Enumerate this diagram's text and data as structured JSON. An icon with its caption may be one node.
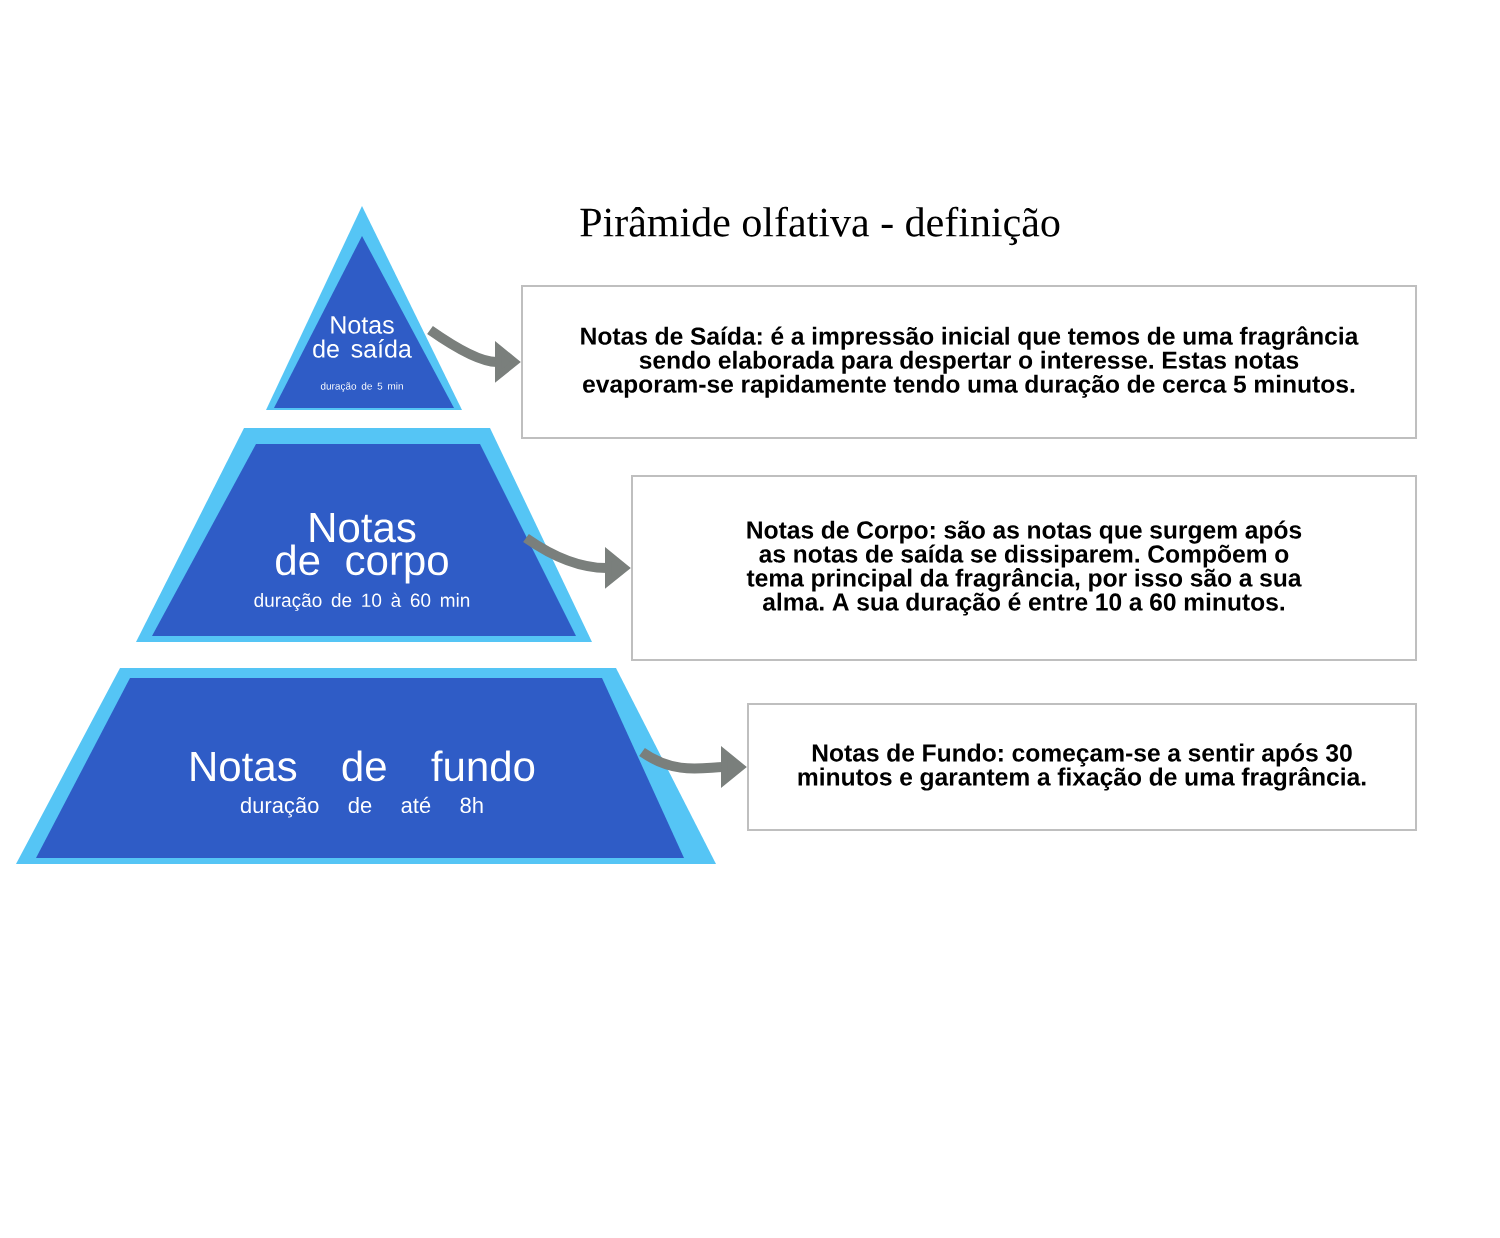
{
  "diagram": {
    "title": "Pirâmide olfativa - definição",
    "nodes": [
      {
        "text": [
          "Notas de saída",
          "duração de 5 min"
        ]
      },
      {
        "text": [
          "Notas de corpo",
          "duração de 10 à 60 min"
        ]
      },
      {
        "text": [
          "Notas de fundo",
          "duração de até 8h"
        ]
      },
      {
        "text": [
          "Notas de Saída: é a impressão inicial que temos de uma fragrância sendo elaborada para despertar o interesse. Estas notas evaporam-se rapidamente tendo uma duração de cerca 5 minutos."
        ]
      },
      {
        "text": [
          "Notas de Corpo: são as notas que surgem após as notas de saída se dissiparem. Compõem o tema principal da fragrância, por isso são a sua alma. A sua duração é entre 10 a 60 minutos."
        ]
      },
      {
        "text": [
          "Notas de Fundo: começam-se a sentir após 30 minutos e garantem a fixação de uma fragrância."
        ]
      }
    ],
    "edges": [
      {
        "from": 0,
        "to": 3,
        "arrow": "to"
      },
      {
        "from": 1,
        "to": 4,
        "arrow": "to"
      },
      {
        "from": 2,
        "to": 5,
        "arrow": "to"
      }
    ]
  }
}
